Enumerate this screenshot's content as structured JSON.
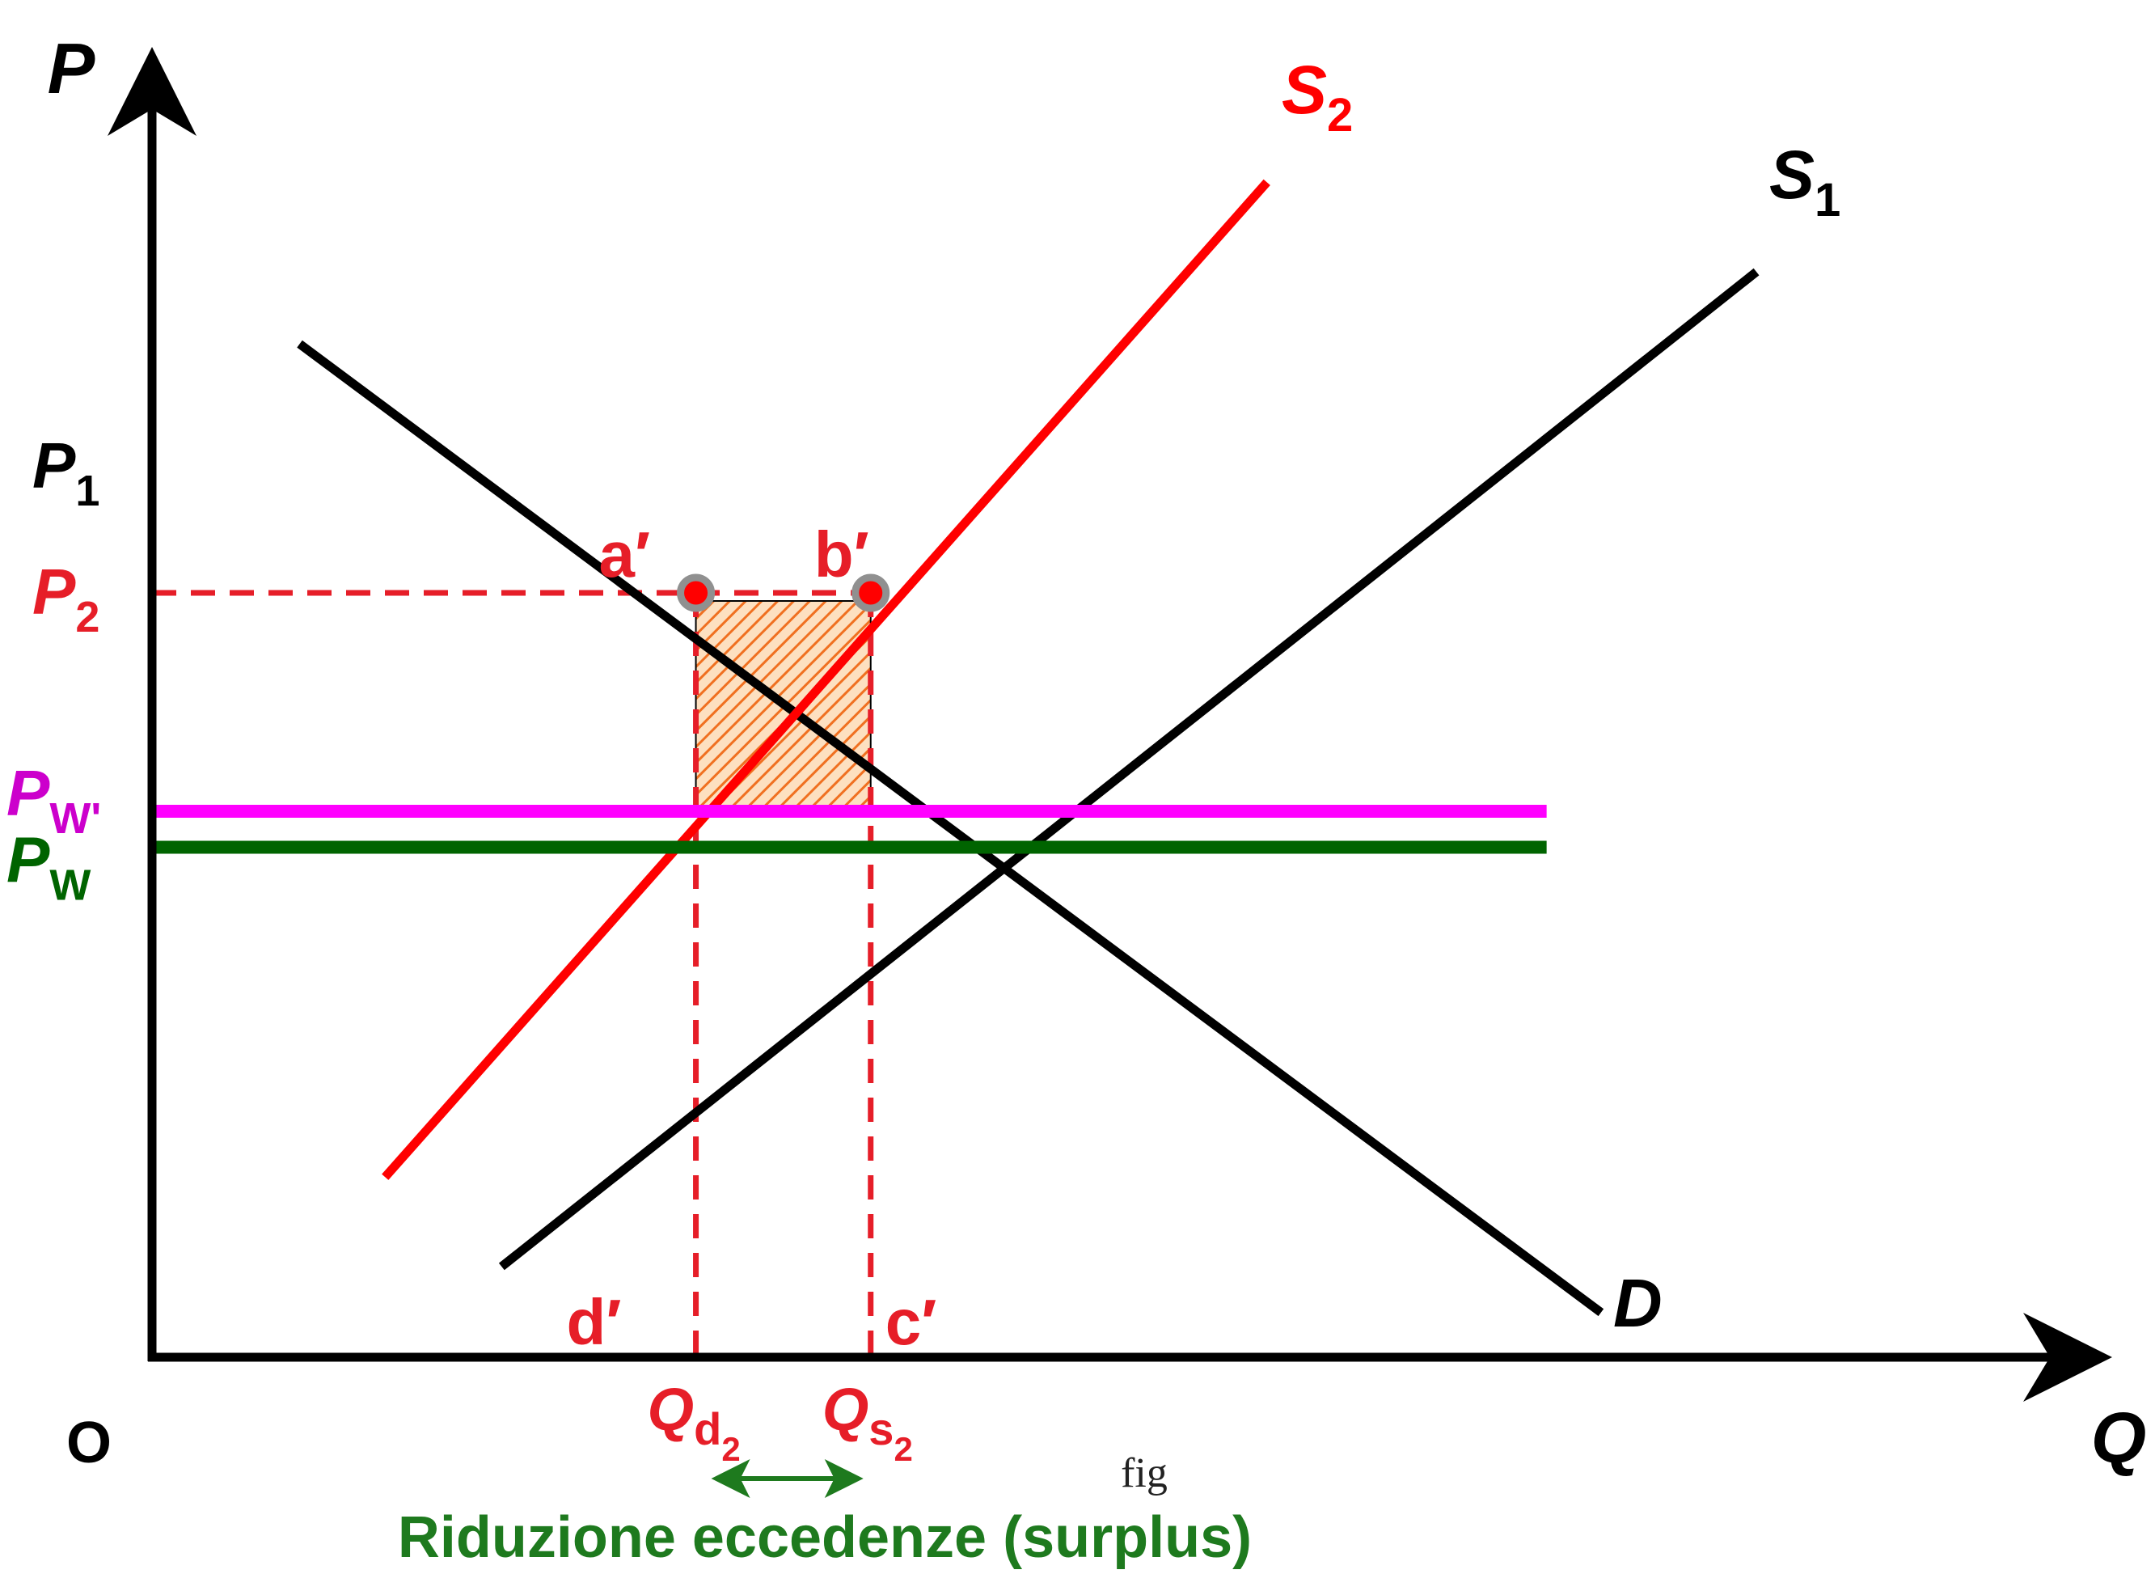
{
  "chart_data": {
    "type": "line",
    "title": "",
    "xlabel": "Q",
    "ylabel": "P",
    "origin_label": "O",
    "caption": "fig",
    "note": "Riduzione eccedenze (surplus)",
    "xlim": [
      0,
      100
    ],
    "ylim": [
      0,
      100
    ],
    "colors": {
      "axes": "#000000",
      "demand": "#000000",
      "s1": "#000000",
      "s2": "#ff0000",
      "guides": "#e61e28",
      "pw": "#006400",
      "pw_prime": "#ff00ff",
      "note": "#1e7a1e",
      "hatch_fill": "#fde0c0",
      "hatch_line": "#f07020"
    },
    "series": [
      {
        "name": "D",
        "color": "#000000",
        "x": [
          7.6,
          74.6
        ],
        "y": [
          92.8,
          4.1
        ]
      },
      {
        "name": "S1",
        "color": "#000000",
        "x": [
          18.0,
          82.6
        ],
        "y": [
          8.3,
          99.4
        ]
      },
      {
        "name": "S2",
        "color": "#ff0000",
        "x": [
          12.0,
          57.4
        ],
        "y": [
          16.5,
          107.6
        ]
      },
      {
        "name": "Pw'",
        "color": "#ff00ff",
        "x": [
          0,
          71.8
        ],
        "y": [
          50.0,
          50.0
        ]
      },
      {
        "name": "Pw",
        "color": "#006400",
        "x": [
          0,
          71.8
        ],
        "y": [
          46.7,
          46.7
        ]
      }
    ],
    "price_labels": [
      {
        "text": "P",
        "sub": "1",
        "value": 80.0,
        "color": "#000000"
      },
      {
        "text": "P",
        "sub": "2",
        "value": 70.0,
        "color": "#e61e28"
      },
      {
        "text": "P",
        "sub": "W'",
        "value": 50.0,
        "color": "#cc00cc"
      },
      {
        "text": "P",
        "sub": "W",
        "value": 46.7,
        "color": "#006400"
      }
    ],
    "quantity_labels": [
      {
        "text": "Q",
        "sub": "d",
        "subsub": "2",
        "value": 28.0
      },
      {
        "text": "Q",
        "sub": "s",
        "subsub": "2",
        "value": 37.0
      }
    ],
    "points": [
      {
        "label": "a′",
        "x": 28.0,
        "y": 70.0
      },
      {
        "label": "b′",
        "x": 37.0,
        "y": 70.0
      },
      {
        "label": "c′",
        "x": 37.0,
        "y": 0
      },
      {
        "label": "d′",
        "x": 28.0,
        "y": 0
      }
    ],
    "curve_labels": [
      {
        "text": "S",
        "sub": "2"
      },
      {
        "text": "S",
        "sub": "1"
      },
      {
        "text": "D",
        "sub": ""
      }
    ]
  }
}
